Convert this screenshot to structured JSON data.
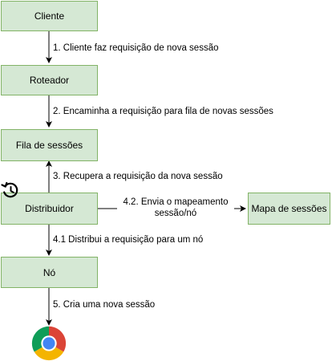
{
  "nodes": {
    "cliente": "Cliente",
    "roteador": "Roteador",
    "fila_sessoes": "Fila de sessões",
    "distribuidor": "Distribuidor",
    "no": "Nó",
    "mapa_sessoes": "Mapa de sessões"
  },
  "edges": {
    "step1": "1. Cliente faz requisição de nova sessão",
    "step2": "2. Encaminha a requisição para fila de novas sessões",
    "step3": "3. Recupera  a requisição da nova sessão",
    "step4_2": "4.2. Envia o mapeamento sessão/nó",
    "step4_1": "4.1 Distribui a requisição para um nó",
    "step5": "5. Cria uma nova sessão"
  },
  "icons": {
    "distribuidor_badge": "history-clock-icon",
    "endpoint": "chrome-browser-icon"
  },
  "colors": {
    "node_fill": "#d5e8d4",
    "node_stroke": "#82b366",
    "edge": "#000000"
  }
}
